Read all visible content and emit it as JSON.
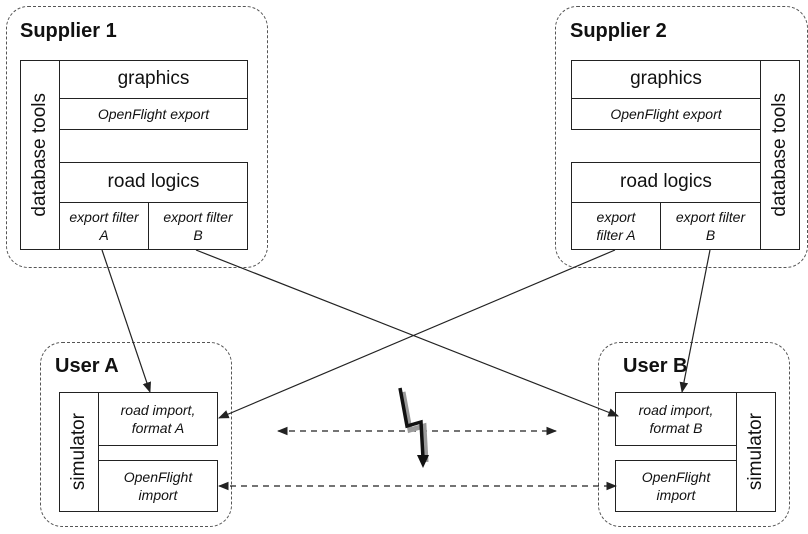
{
  "supplier1": {
    "title": "Supplier 1",
    "side_label": "database tools",
    "graphics": "graphics",
    "graphics_sub": "OpenFlight export",
    "road_logics": "road logics",
    "filter_a": "export filter A",
    "filter_b": "export filter B"
  },
  "supplier2": {
    "title": "Supplier 2",
    "side_label": "database tools",
    "graphics": "graphics",
    "graphics_sub": "OpenFlight export",
    "road_logics": "road logics",
    "filter_a": "export filter A",
    "filter_b": "export filter B"
  },
  "userA": {
    "title": "User A",
    "side_label": "simulator",
    "road_import": "road import, format A",
    "openflight_import": "OpenFlight import"
  },
  "userB": {
    "title": "User B",
    "side_label": "simulator",
    "road_import": "road import, format B",
    "openflight_import": "OpenFlight import"
  },
  "colors": {
    "line": "#222222",
    "lightning": "#111111",
    "lightning_shadow": "#9a9a9a"
  }
}
